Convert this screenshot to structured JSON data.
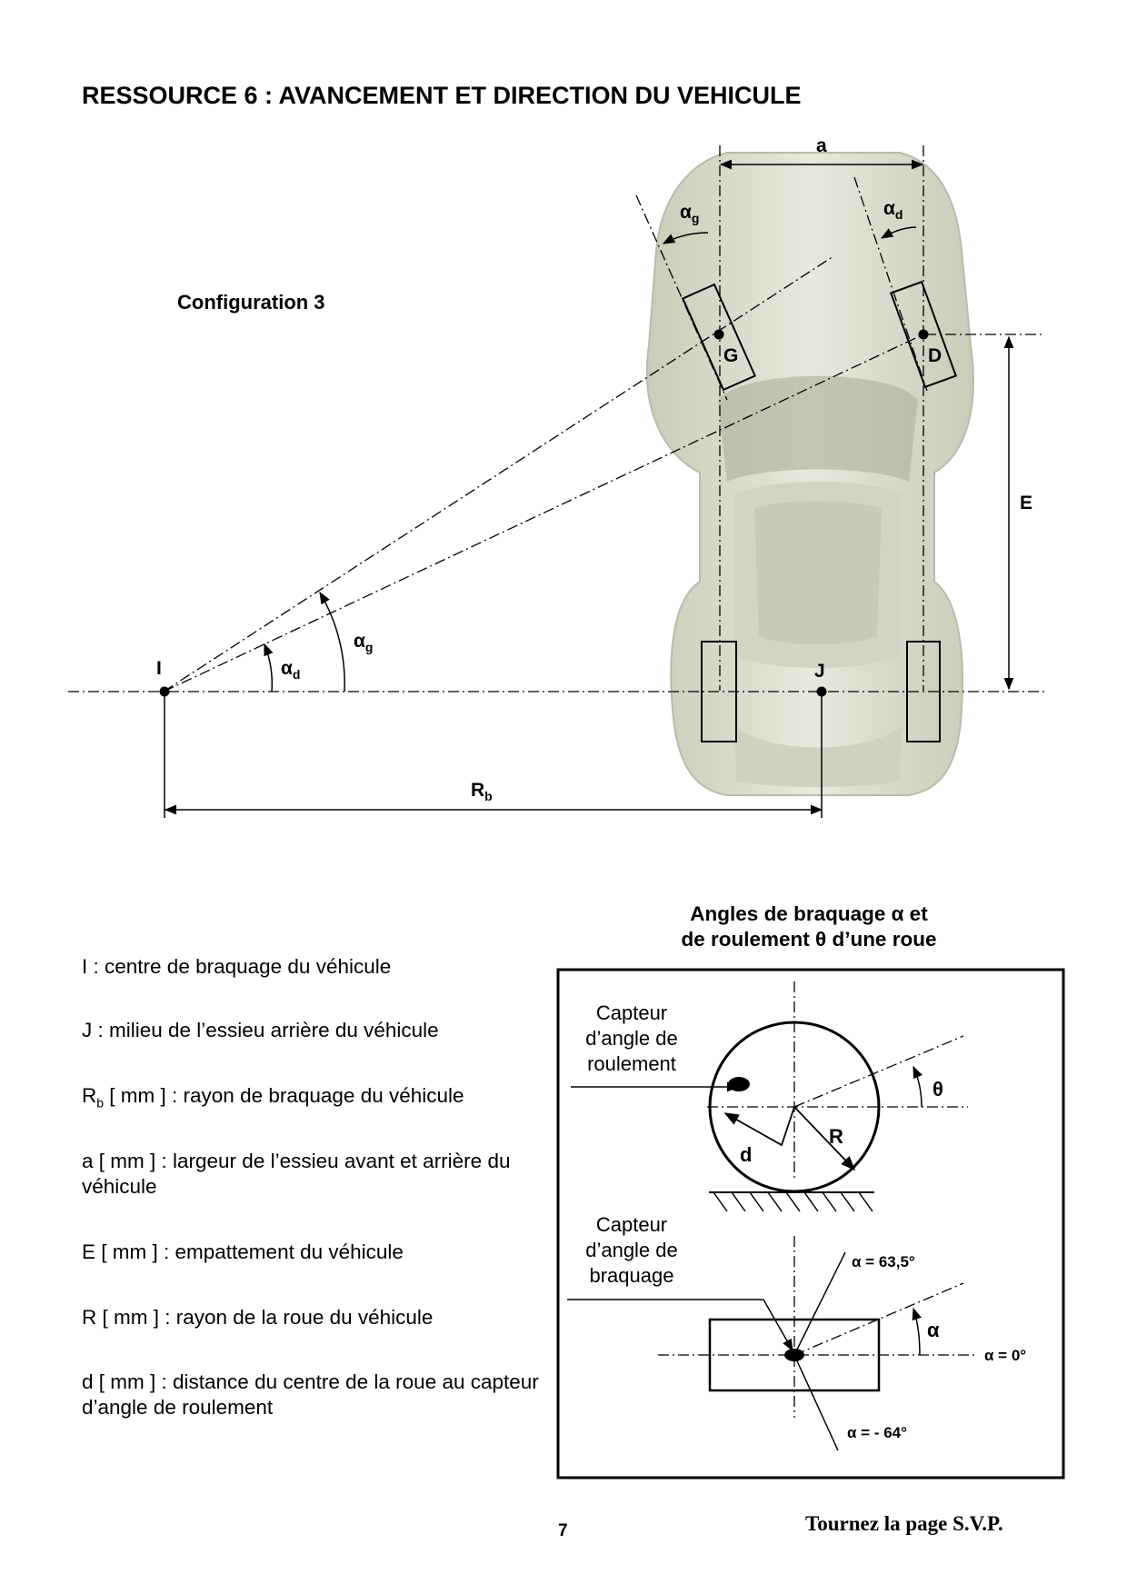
{
  "page": {
    "title": "RESSOURCE 6 : AVANCEMENT ET DIRECTION DU VEHICULE",
    "configuration": "Configuration 3",
    "page_number": "7",
    "footer": "Tournez la page S.V.P."
  },
  "diagram": {
    "labels": {
      "a": "a",
      "E": "E",
      "I": "I",
      "J": "J",
      "G": "G",
      "D": "D",
      "alpha": "α",
      "sub_g": "g",
      "sub_d": "d",
      "R": "R",
      "sub_b": "b"
    }
  },
  "definitions": [
    {
      "symbol": "I",
      "sub": "",
      "text": " : centre de braquage du véhicule"
    },
    {
      "symbol": "J",
      "sub": "",
      "text": " : milieu de l’essieu arrière du véhicule"
    },
    {
      "symbol": "R",
      "sub": "b",
      "text": " [ mm ] : rayon de braquage du véhicule"
    },
    {
      "symbol": "a",
      "sub": "",
      "text": " [ mm ] : largeur de l’essieu avant et arrière du véhicule"
    },
    {
      "symbol": "E",
      "sub": "",
      "text": " [ mm ] : empattement du véhicule"
    },
    {
      "symbol": "R",
      "sub": "",
      "text": " [ mm ] : rayon de la roue du véhicule"
    },
    {
      "symbol": "d",
      "sub": "",
      "text": " [ mm ] : distance du centre de la roue au capteur d’angle de roulement"
    }
  ],
  "wheel_angles": {
    "title_line1": "Angles de braquage α et",
    "title_line2": "de roulement θ d’une roue",
    "rolling_sensor": [
      "Capteur",
      "d’angle de",
      "roulement"
    ],
    "steering_sensor": [
      "Capteur",
      "d’angle de",
      "braquage"
    ],
    "theta": "θ",
    "R": "R",
    "d": "d",
    "alpha": "α",
    "alpha_max": "α = 63,5°",
    "alpha_zero": "α = 0°",
    "alpha_min": "α = - 64°"
  }
}
